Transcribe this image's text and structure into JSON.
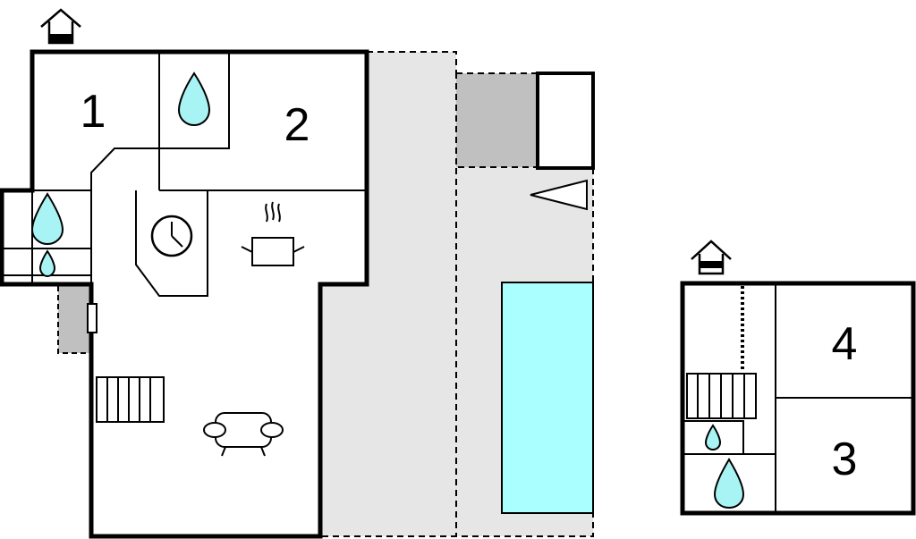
{
  "rooms": {
    "room_1": "1",
    "room_2": "2",
    "room_3": "3",
    "room_4": "4"
  },
  "icons": {
    "entrance": "house-entrance-icon",
    "water": "water-drop-icon",
    "clock": "clock-icon",
    "cooking": "cooking-pot-icon",
    "sofa": "sofa-icon",
    "stairs": "stairs-icon"
  },
  "colors": {
    "walls": "#000000",
    "terrace": "#e6e6e6",
    "shaded_area": "#c0c0c0",
    "water": "#a8f3f3",
    "pool": "#aaffff"
  }
}
